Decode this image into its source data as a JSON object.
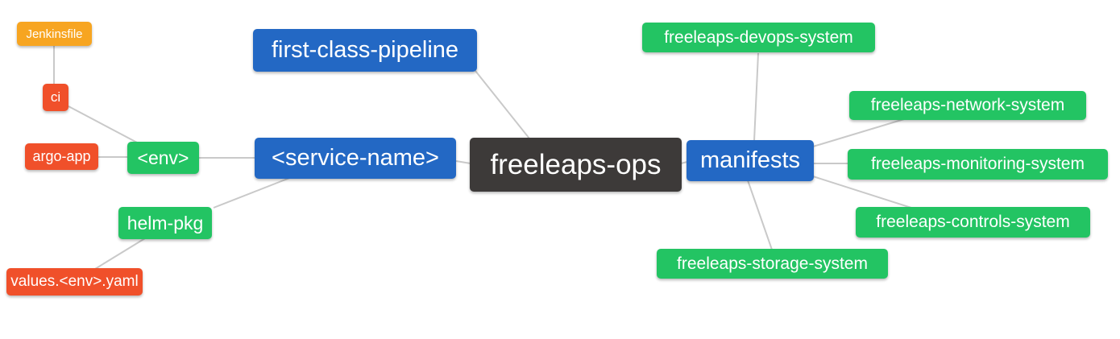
{
  "diagram": {
    "type": "mindmap",
    "root": "freeleaps-ops",
    "palette": {
      "branch_blue": "#2368C4",
      "leaf_green": "#23C463",
      "leaf_orange": "#F7A521",
      "leaf_red": "#F0502A",
      "root_dark": "#3D3A39",
      "edge_gray": "#C9C9C9",
      "text_white": "#FFFFFF",
      "background": "#FFFFFF"
    },
    "nodes": {
      "jenkinsfile": {
        "label": "Jenkinsfile",
        "color": "orange"
      },
      "ci": {
        "label": "ci",
        "color": "red"
      },
      "argo_app": {
        "label": "argo-app",
        "color": "red"
      },
      "env": {
        "label": "<env>",
        "color": "green"
      },
      "helm_pkg": {
        "label": "helm-pkg",
        "color": "green"
      },
      "values_env_yaml": {
        "label": "values.<env>.yaml",
        "color": "red"
      },
      "first_class_pipeline": {
        "label": "first-class-pipeline",
        "color": "blue"
      },
      "service_name": {
        "label": "<service-name>",
        "color": "blue"
      },
      "freeleaps_ops": {
        "label": "freeleaps-ops",
        "color": "dark"
      },
      "manifests": {
        "label": "manifests",
        "color": "blue"
      },
      "devops_system": {
        "label": "freeleaps-devops-system",
        "color": "green"
      },
      "network_system": {
        "label": "freeleaps-network-system",
        "color": "green"
      },
      "monitoring_system": {
        "label": "freeleaps-monitoring-system",
        "color": "green"
      },
      "controls_system": {
        "label": "freeleaps-controls-system",
        "color": "green"
      },
      "storage_system": {
        "label": "freeleaps-storage-system",
        "color": "green"
      }
    },
    "edges": [
      [
        "jenkinsfile",
        "ci"
      ],
      [
        "ci",
        "env"
      ],
      [
        "argo_app",
        "env"
      ],
      [
        "env",
        "service_name"
      ],
      [
        "helm_pkg",
        "service_name"
      ],
      [
        "values_env_yaml",
        "helm_pkg"
      ],
      [
        "first_class_pipeline",
        "freeleaps_ops"
      ],
      [
        "service_name",
        "freeleaps_ops"
      ],
      [
        "freeleaps_ops",
        "manifests"
      ],
      [
        "manifests",
        "devops_system"
      ],
      [
        "manifests",
        "network_system"
      ],
      [
        "manifests",
        "monitoring_system"
      ],
      [
        "manifests",
        "controls_system"
      ],
      [
        "manifests",
        "storage_system"
      ]
    ]
  }
}
